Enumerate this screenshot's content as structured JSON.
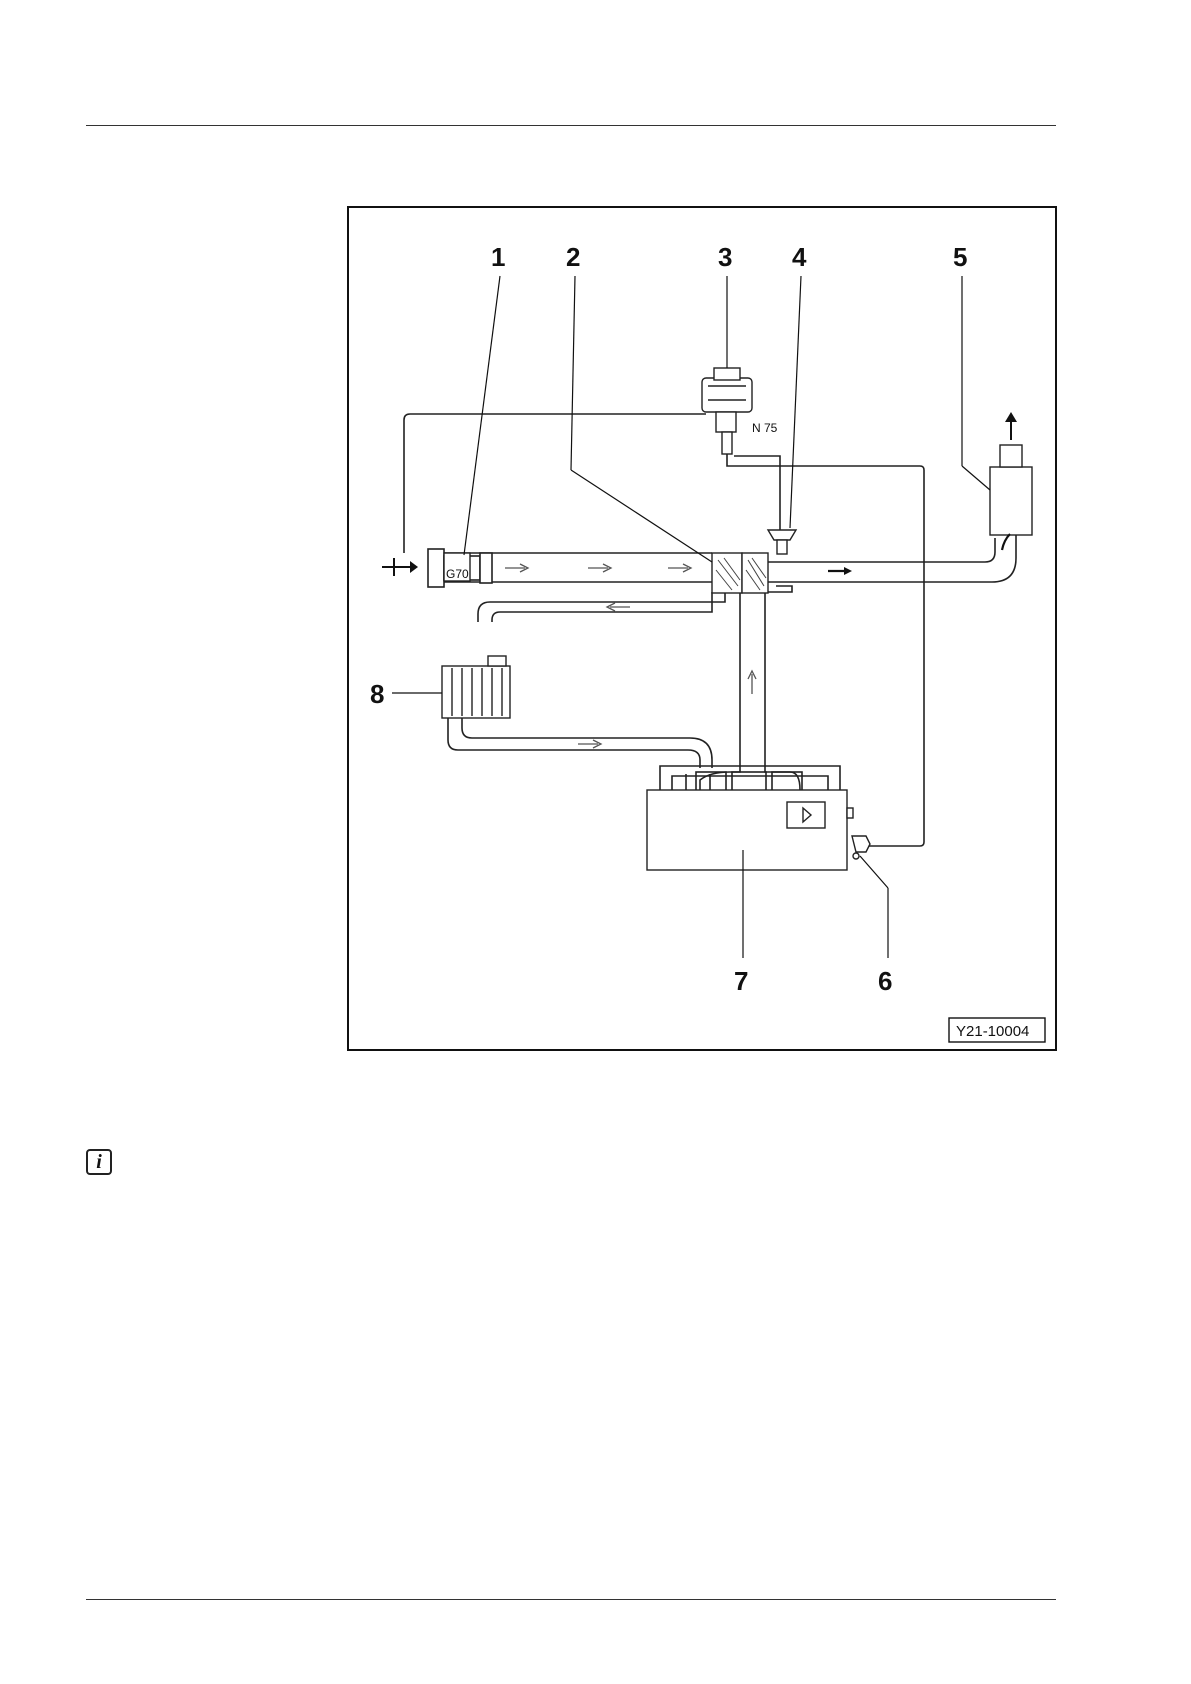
{
  "diagram": {
    "callouts": [
      "1",
      "2",
      "3",
      "4",
      "5",
      "6",
      "7",
      "8"
    ],
    "component_labels": {
      "sensor_1": "G70",
      "valve_3": "N 75"
    },
    "figure_ref": "Y21-10004"
  },
  "icons": {
    "note": "info-icon"
  }
}
